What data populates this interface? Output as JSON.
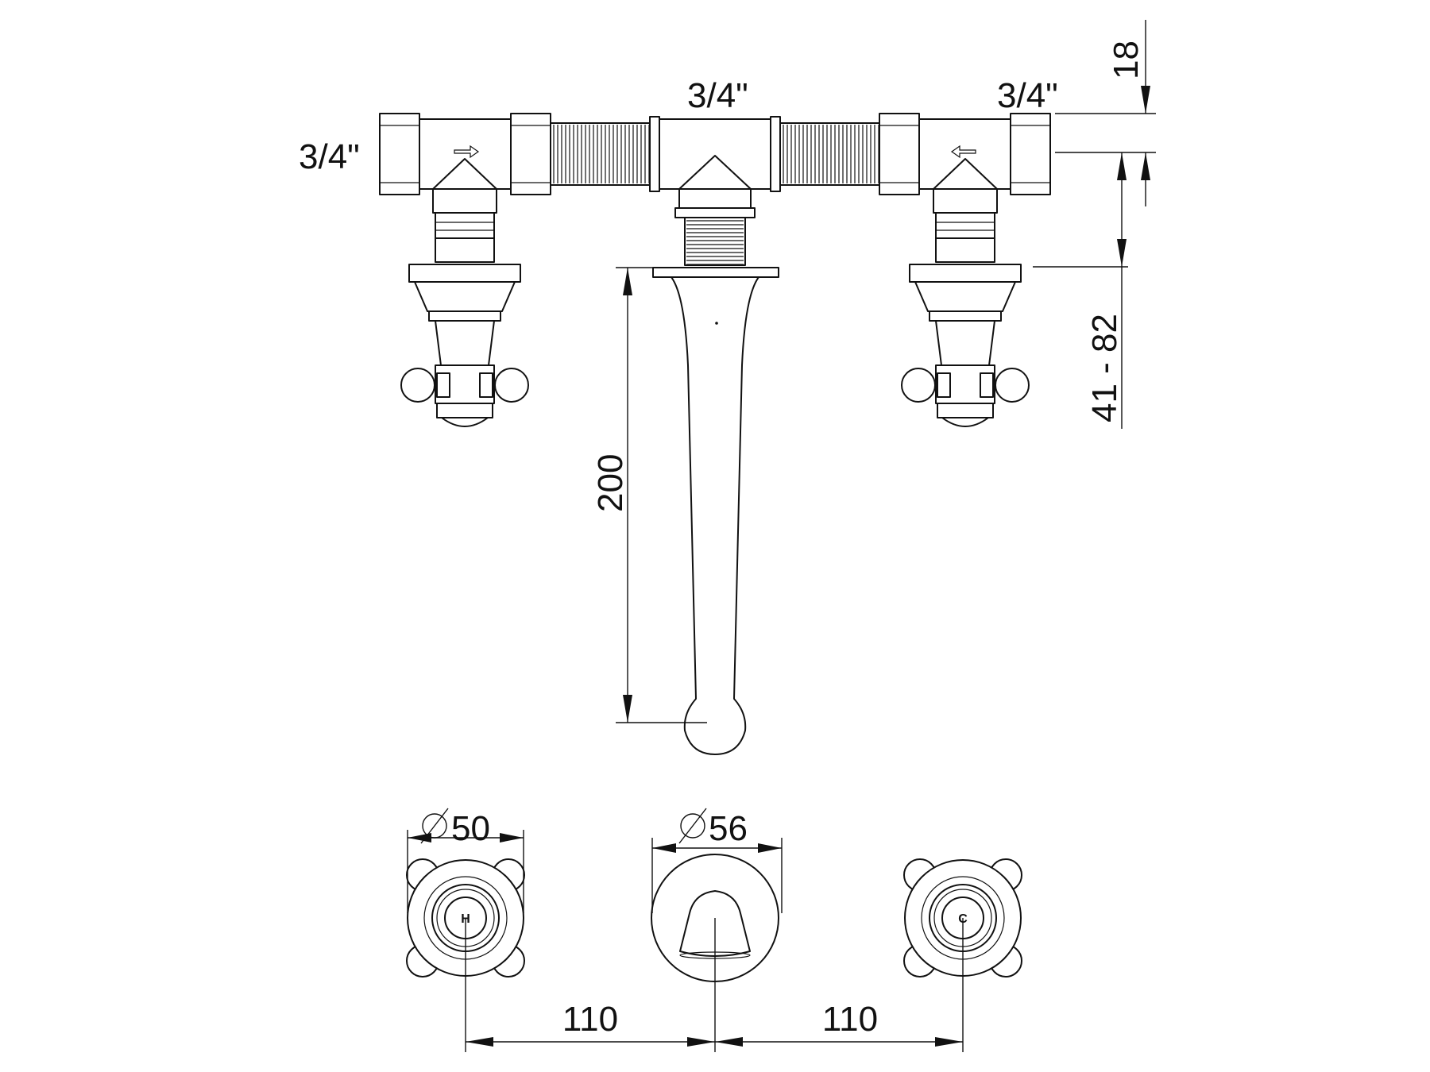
{
  "labels": {
    "thread_left": "3/4\"",
    "thread_center": "3/4\"",
    "thread_right": "3/4\"",
    "dim_18": "18",
    "dim_41_82": "41 - 82",
    "dim_200": "200",
    "dia_50": "50",
    "dia_56": "56",
    "spacing_left": "110",
    "spacing_right": "110",
    "hot_marker": "H",
    "cold_marker": "C"
  }
}
